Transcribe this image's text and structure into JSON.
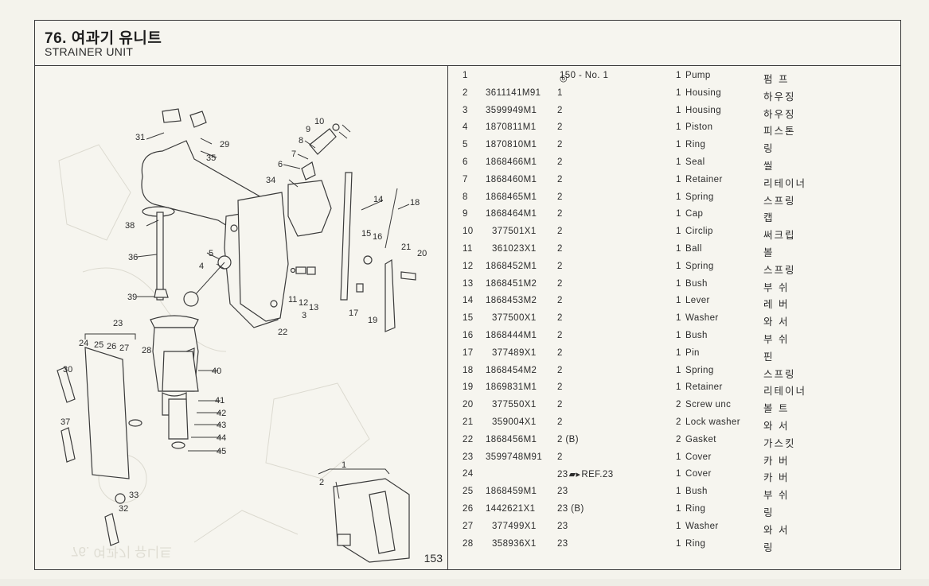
{
  "header": {
    "title_ko": "76. 여과기 유니트",
    "title_en": "STRAINER UNIT"
  },
  "diagram": {
    "page_number": "153",
    "ghost_title": "76. 여과기 유니트",
    "callouts": [
      "1",
      "2",
      "3",
      "4",
      "5",
      "6",
      "7",
      "8",
      "9",
      "10",
      "11",
      "12",
      "13",
      "14",
      "15",
      "16",
      "17",
      "18",
      "19",
      "20",
      "21",
      "22",
      "23",
      "24",
      "25",
      "26",
      "27",
      "28",
      "29",
      "30",
      "31",
      "32",
      "33",
      "34",
      "35",
      "36",
      "37",
      "38",
      "39",
      "40",
      "41",
      "42",
      "43",
      "44",
      "45"
    ]
  },
  "parts": [
    {
      "ref": "1",
      "part_no": "",
      "key": "150 - No. 1",
      "key_icon": "see-page-icon",
      "qty": "1",
      "desc": "Pump",
      "ko": "펌 프"
    },
    {
      "ref": "2",
      "part_no": "3611141M91",
      "key": "1",
      "qty": "1",
      "desc": "Housing",
      "ko": "하우징"
    },
    {
      "ref": "3",
      "part_no": "3599949M1",
      "key": "2",
      "qty": "1",
      "desc": "Housing",
      "ko": "하우징"
    },
    {
      "ref": "4",
      "part_no": "1870811M1",
      "key": "2",
      "qty": "1",
      "desc": "Piston",
      "ko": "피스톤"
    },
    {
      "ref": "5",
      "part_no": "1870810M1",
      "key": "2",
      "qty": "1",
      "desc": "Ring",
      "ko": "링"
    },
    {
      "ref": "6",
      "part_no": "1868466M1",
      "key": "2",
      "qty": "1",
      "desc": "Seal",
      "ko": "씰"
    },
    {
      "ref": "7",
      "part_no": "1868460M1",
      "key": "2",
      "qty": "1",
      "desc": "Retainer",
      "ko": "리테이너"
    },
    {
      "ref": "8",
      "part_no": "1868465M1",
      "key": "2",
      "qty": "1",
      "desc": "Spring",
      "ko": "스프링"
    },
    {
      "ref": "9",
      "part_no": "1868464M1",
      "key": "2",
      "qty": "1",
      "desc": "Cap",
      "ko": "캡"
    },
    {
      "ref": "10",
      "part_no": "377501X1",
      "key": "2",
      "qty": "1",
      "desc": "Circlip",
      "ko": "써크립"
    },
    {
      "ref": "11",
      "part_no": "361023X1",
      "key": "2",
      "qty": "1",
      "desc": "Ball",
      "ko": "볼"
    },
    {
      "ref": "12",
      "part_no": "1868452M1",
      "key": "2",
      "qty": "1",
      "desc": "Spring",
      "ko": "스프링"
    },
    {
      "ref": "13",
      "part_no": "1868451M2",
      "key": "2",
      "qty": "1",
      "desc": "Bush",
      "ko": "부 쉬"
    },
    {
      "ref": "14",
      "part_no": "1868453M2",
      "key": "2",
      "qty": "1",
      "desc": "Lever",
      "ko": "레 버"
    },
    {
      "ref": "15",
      "part_no": "377500X1",
      "key": "2",
      "qty": "1",
      "desc": "Washer",
      "ko": "와 서"
    },
    {
      "ref": "16",
      "part_no": "1868444M1",
      "key": "2",
      "qty": "1",
      "desc": "Bush",
      "ko": "부 쉬"
    },
    {
      "ref": "17",
      "part_no": "377489X1",
      "key": "2",
      "qty": "1",
      "desc": "Pin",
      "ko": "핀"
    },
    {
      "ref": "18",
      "part_no": "1868454M2",
      "key": "2",
      "qty": "1",
      "desc": "Spring",
      "ko": "스프링"
    },
    {
      "ref": "19",
      "part_no": "1869831M1",
      "key": "2",
      "qty": "1",
      "desc": "Retainer",
      "ko": "리테이너"
    },
    {
      "ref": "20",
      "part_no": "377550X1",
      "key": "2",
      "qty": "2",
      "desc": "Screw unc",
      "ko": "볼 트"
    },
    {
      "ref": "21",
      "part_no": "359004X1",
      "key": "2",
      "qty": "2",
      "desc": "Lock washer",
      "ko": "와 서"
    },
    {
      "ref": "22",
      "part_no": "1868456M1",
      "key": "2 (B)",
      "qty": "2",
      "desc": "Gasket",
      "ko": "가스킷"
    },
    {
      "ref": "23",
      "part_no": "3599748M91",
      "key": "2",
      "qty": "1",
      "desc": "Cover",
      "ko": "카 버"
    },
    {
      "ref": "24",
      "part_no": "",
      "key": "23",
      "key_suffix": "REF.23",
      "key_icon": "reference-arrow-icon",
      "qty": "1",
      "desc": "Cover",
      "ko": "카 버"
    },
    {
      "ref": "25",
      "part_no": "1868459M1",
      "key": "23",
      "qty": "1",
      "desc": "Bush",
      "ko": "부 쉬"
    },
    {
      "ref": "26",
      "part_no": "1442621X1",
      "key": "23 (B)",
      "qty": "1",
      "desc": "Ring",
      "ko": "링"
    },
    {
      "ref": "27",
      "part_no": "377499X1",
      "key": "23",
      "qty": "1",
      "desc": "Washer",
      "ko": "와 서"
    },
    {
      "ref": "28",
      "part_no": "358936X1",
      "key": "23",
      "qty": "1",
      "desc": "Ring",
      "ko": "링"
    }
  ]
}
